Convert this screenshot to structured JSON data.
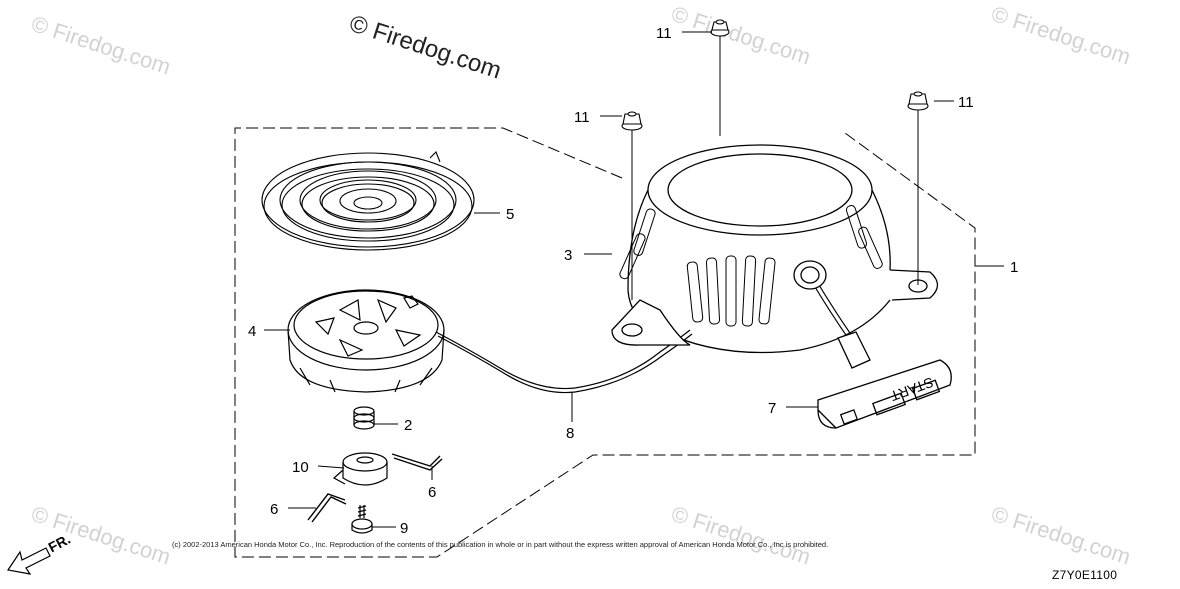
{
  "watermark": {
    "main": "© Firedog.com",
    "repeat": "© Firedog.com"
  },
  "callouts": {
    "c1": "1",
    "c2": "2",
    "c3": "3",
    "c4": "4",
    "c5": "5",
    "c6a": "6",
    "c6b": "6",
    "c7": "7",
    "c8": "8",
    "c9": "9",
    "c10": "10",
    "c11a": "11",
    "c11b": "11",
    "c11c": "11"
  },
  "handle_text": "START",
  "direction_label": "FR.",
  "copyright": "(c) 2002-2013 American Honda Motor Co., Inc. Reproduction of the contents of this publication in whole or in part without the express written approval of American Honda Motor Co., Inc is prohibited.",
  "diagram_code": "Z7Y0E1100"
}
